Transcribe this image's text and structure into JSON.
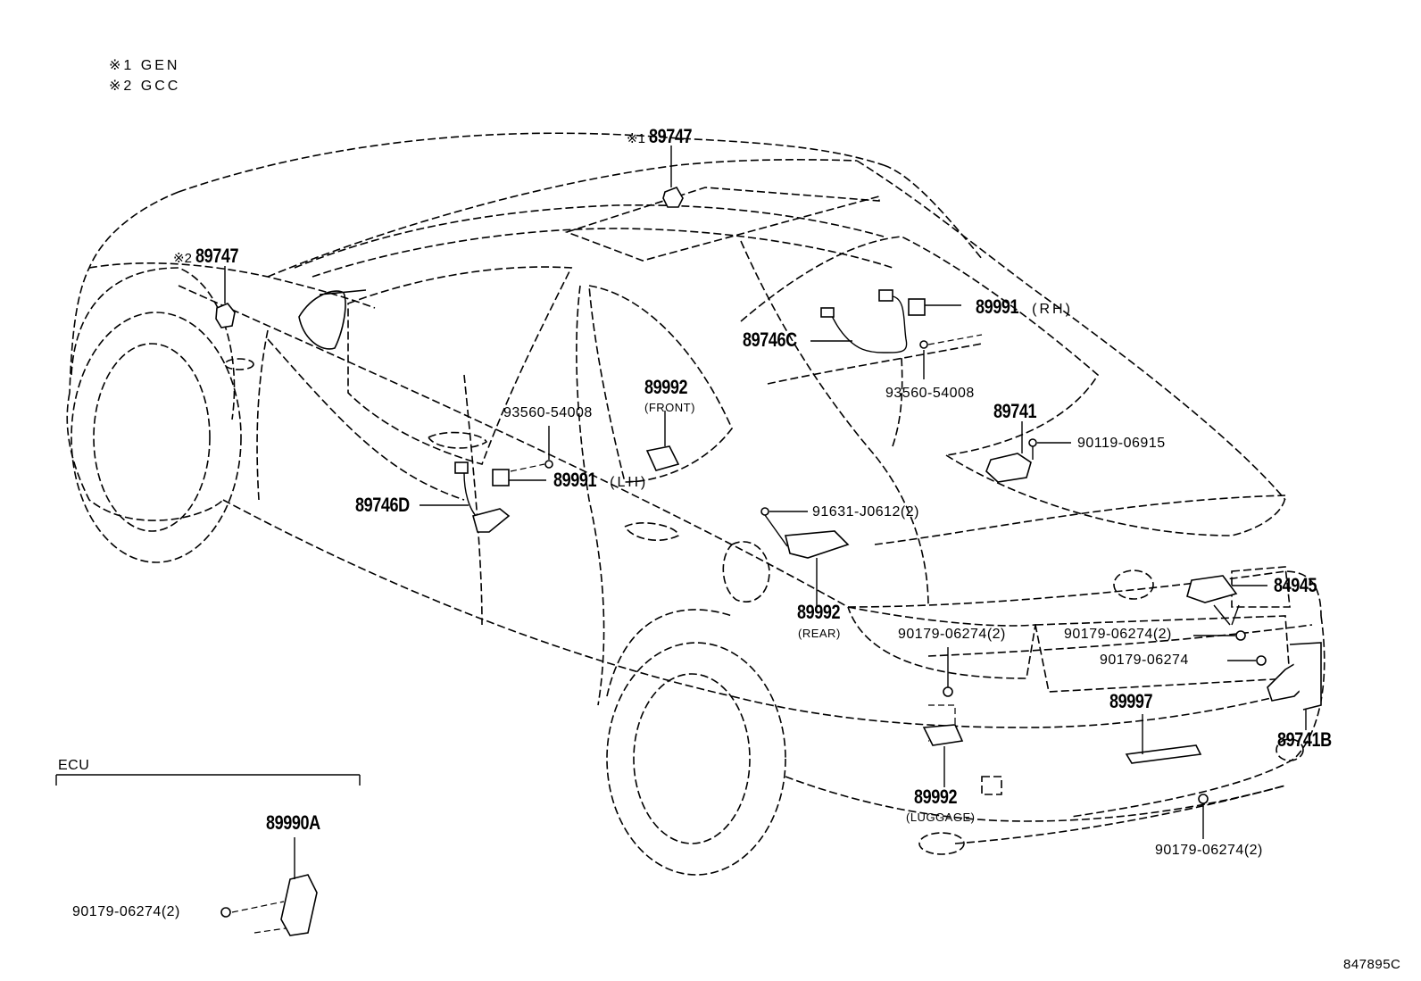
{
  "legend": [
    {
      "mark": "※1",
      "text": "GEN"
    },
    {
      "mark": "※2",
      "text": "GCC"
    }
  ],
  "callouts": {
    "c89747_1": {
      "mark": "※1",
      "part": "89747"
    },
    "c89747_2": {
      "mark": "※2",
      "part": "89747"
    },
    "c89991_rh": {
      "part": "89991",
      "note": "(RH)"
    },
    "c89746c": {
      "part": "89746C"
    },
    "c93560_rh": {
      "part": "93560-54008"
    },
    "c89741": {
      "part": "89741"
    },
    "c90119": {
      "part": "90119-06915"
    },
    "c89992_front": {
      "part": "89992",
      "note": "(FRONT)"
    },
    "c93560_lh": {
      "part": "93560-54008"
    },
    "c89991_lh": {
      "part": "89991",
      "note": "(LH)"
    },
    "c89746d": {
      "part": "89746D"
    },
    "c91631": {
      "part": "91631-J0612(2)"
    },
    "c84945": {
      "part": "84945"
    },
    "c89992_rear": {
      "part": "89992",
      "note": "(REAR)"
    },
    "c90179_a": {
      "part": "90179-06274(2)"
    },
    "c90179_b": {
      "part": "90179-06274(2)"
    },
    "c90179_c": {
      "part": "90179-06274"
    },
    "c89997": {
      "part": "89997"
    },
    "c89741b": {
      "part": "89741B"
    },
    "c89992_lug": {
      "part": "89992",
      "note": "(LUGGAGE)"
    },
    "c90179_d": {
      "part": "90179-06274(2)"
    },
    "c89990a": {
      "part": "89990A"
    },
    "c90179_ecu": {
      "part": "90179-06274(2)"
    }
  },
  "ecu_group": {
    "title": "ECU"
  },
  "figure_id": "847895C"
}
